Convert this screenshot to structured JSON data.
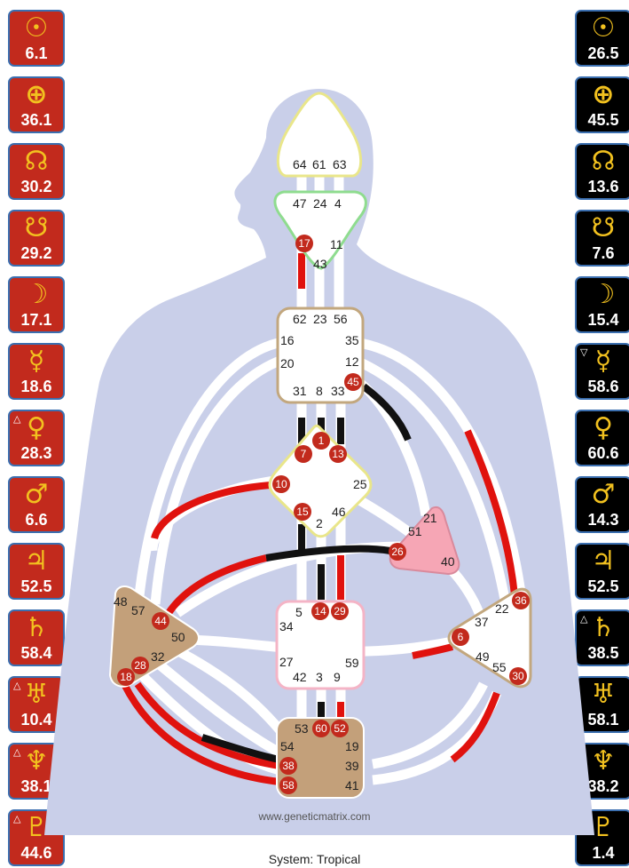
{
  "design_column": [
    {
      "glyph": "☉",
      "value": "6.1",
      "mark": ""
    },
    {
      "glyph": "⊕",
      "value": "36.1",
      "mark": ""
    },
    {
      "glyph": "☊",
      "value": "30.2",
      "mark": ""
    },
    {
      "glyph": "☋",
      "value": "29.2",
      "mark": ""
    },
    {
      "glyph": "☽",
      "value": "17.1",
      "mark": ""
    },
    {
      "glyph": "☿",
      "value": "18.6",
      "mark": ""
    },
    {
      "glyph": "♀",
      "value": "28.3",
      "mark": "△"
    },
    {
      "glyph": "♂",
      "value": "6.6",
      "mark": ""
    },
    {
      "glyph": "♃",
      "value": "52.5",
      "mark": ""
    },
    {
      "glyph": "♄",
      "value": "58.4",
      "mark": ""
    },
    {
      "glyph": "♅",
      "value": "10.4",
      "mark": "△"
    },
    {
      "glyph": "♆",
      "value": "38.1",
      "mark": "△"
    },
    {
      "glyph": "♇",
      "value": "44.6",
      "mark": "△"
    }
  ],
  "personality_column": [
    {
      "glyph": "☉",
      "value": "26.5",
      "mark": ""
    },
    {
      "glyph": "⊕",
      "value": "45.5",
      "mark": ""
    },
    {
      "glyph": "☊",
      "value": "13.6",
      "mark": ""
    },
    {
      "glyph": "☋",
      "value": "7.6",
      "mark": ""
    },
    {
      "glyph": "☽",
      "value": "15.4",
      "mark": ""
    },
    {
      "glyph": "☿",
      "value": "58.6",
      "mark": "▽"
    },
    {
      "glyph": "♀",
      "value": "60.6",
      "mark": ""
    },
    {
      "glyph": "♂",
      "value": "14.3",
      "mark": ""
    },
    {
      "glyph": "♃",
      "value": "52.5",
      "mark": ""
    },
    {
      "glyph": "♄",
      "value": "38.5",
      "mark": "△"
    },
    {
      "glyph": "♅",
      "value": "58.1",
      "mark": ""
    },
    {
      "glyph": "♆",
      "value": "38.2",
      "mark": ""
    },
    {
      "glyph": "♇",
      "value": "1.4",
      "mark": ""
    }
  ],
  "centers": {
    "head": {
      "gates": [
        "64",
        "61",
        "63"
      ]
    },
    "ajna": {
      "gates": [
        "47",
        "24",
        "4",
        "17",
        "11",
        "43"
      ]
    },
    "throat": {
      "gates": [
        "62",
        "23",
        "56",
        "16",
        "35",
        "20",
        "12",
        "31",
        "8",
        "33",
        "45"
      ]
    },
    "g": {
      "gates": [
        "1",
        "7",
        "13",
        "10",
        "25",
        "15",
        "46",
        "2"
      ]
    },
    "heart": {
      "gates": [
        "21",
        "51",
        "26",
        "40"
      ]
    },
    "sacral": {
      "gates": [
        "5",
        "14",
        "29",
        "34",
        "27",
        "42",
        "3",
        "9",
        "59"
      ]
    },
    "spleen": {
      "gates": [
        "48",
        "57",
        "44",
        "50",
        "32",
        "28",
        "18"
      ]
    },
    "solar_plexus": {
      "gates": [
        "36",
        "22",
        "37",
        "6",
        "49",
        "55",
        "30"
      ]
    },
    "root": {
      "gates": [
        "53",
        "60",
        "52",
        "54",
        "19",
        "38",
        "39",
        "58",
        "41"
      ]
    }
  },
  "watermark": "www.geneticmatrix.com",
  "footer": "System: Tropical",
  "colors": {
    "design": "#c22a1d",
    "personality": "#000000",
    "glyph": "#f2c11f",
    "silhouette": "#c9cfe9",
    "tile_border": "#3b6fb0"
  }
}
